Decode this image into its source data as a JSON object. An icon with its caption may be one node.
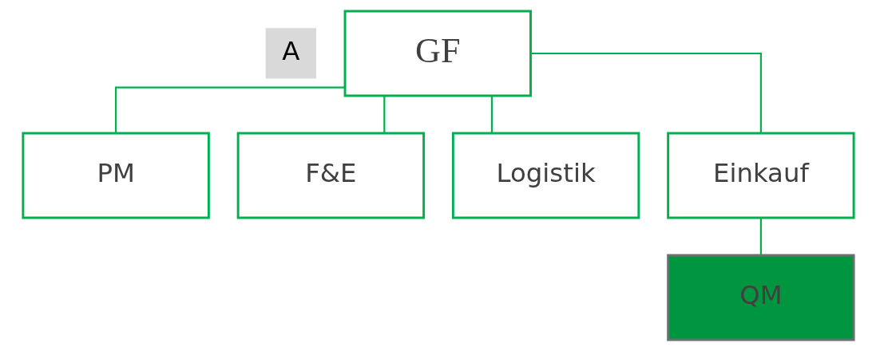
{
  "diagram": {
    "nodes": [
      {
        "text": [
          "GF"
        ]
      },
      {
        "text": [
          "PM"
        ]
      },
      {
        "text": [
          "F&E"
        ]
      },
      {
        "text": [
          "Logistik"
        ]
      },
      {
        "text": [
          "Einkauf"
        ]
      },
      {
        "text": [
          "QM"
        ]
      }
    ],
    "edges": [
      {
        "from": 0,
        "to": 1,
        "arrow": "none"
      },
      {
        "from": 0,
        "to": 2,
        "arrow": "none"
      },
      {
        "from": 0,
        "to": 3,
        "arrow": "none"
      },
      {
        "from": 0,
        "to": 4,
        "arrow": "none"
      },
      {
        "from": 4,
        "to": 5,
        "arrow": "none"
      }
    ],
    "labels": [
      "A"
    ]
  }
}
